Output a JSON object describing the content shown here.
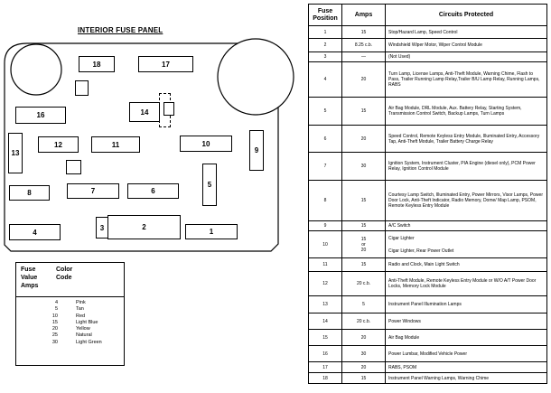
{
  "panel": {
    "title": "INTERIOR FUSE PANEL",
    "fuses": [
      {
        "label": "18"
      },
      {
        "label": "17"
      },
      {
        "label": "16"
      },
      {
        "label": "14"
      },
      {
        "label": "13"
      },
      {
        "label": "12"
      },
      {
        "label": "11"
      },
      {
        "label": "10"
      },
      {
        "label": "9"
      },
      {
        "label": "8"
      },
      {
        "label": "7"
      },
      {
        "label": "6"
      },
      {
        "label": "5"
      },
      {
        "label": "4"
      },
      {
        "label": "3"
      },
      {
        "label": "2"
      },
      {
        "label": "1"
      }
    ]
  },
  "color_code": {
    "header_left": [
      "Fuse",
      "Value",
      "Amps"
    ],
    "header_right": [
      "Color",
      "Code"
    ],
    "rows": [
      {
        "amps": "4",
        "color": "Pink"
      },
      {
        "amps": "5",
        "color": "Tan"
      },
      {
        "amps": "10",
        "color": "Red"
      },
      {
        "amps": "15",
        "color": "Light Blue"
      },
      {
        "amps": "20",
        "color": "Yellow"
      },
      {
        "amps": "25",
        "color": "Natural"
      },
      {
        "amps": "30",
        "color": "Light Green"
      }
    ]
  },
  "circuits": {
    "headers": {
      "position": "Fuse Position",
      "amps": "Amps",
      "circuits": "Circuits Protected"
    },
    "rows": [
      {
        "pos": "1",
        "amps": "15",
        "text": "Stop/Hazard Lamp, Speed Control"
      },
      {
        "pos": "2",
        "amps": "8.25 c.b.",
        "text": "Windshield Wiper Motor, Wiper Control Module"
      },
      {
        "pos": "3",
        "amps": "—",
        "text": "(Not Used)"
      },
      {
        "pos": "4",
        "amps": "20",
        "text": "Turn Lamp, License Lamps, Anti-Theft Module, Warning Chime, Flash to Pass, Trailer Running Lamp Relay,Trailer B/U Lamp Relay, Running Lamps, RABS"
      },
      {
        "pos": "5",
        "amps": "15",
        "text": "Air Bag Module, DRL Module, Aux. Battery Relay, Starting System, Transmission Control Switch, Backup Lamps, Turn Lamps"
      },
      {
        "pos": "6",
        "amps": "20",
        "text": "Speed Control, Remote Keyless Entry Module, Illuminated Entry, Accessory Tap, Anti-Theft Module, Trailer Battery Charge Relay"
      },
      {
        "pos": "7",
        "amps": "30",
        "text": "Ignition System, Instrument Cluster, PIA Engine (diesel only), PCM Power Relay, Ignition Control Module"
      },
      {
        "pos": "8",
        "amps": "15",
        "text": "Courtesy Lamp Switch, Illuminated Entry, Power Mirrors, Visor Lamps, Power Door Lock, Anti-Theft Indicator, Radio Memory, Dome/ Map Lamp, PSOM, Remote Keyless Entry Module"
      },
      {
        "pos": "9",
        "amps": "15",
        "text": "A/C Switch"
      },
      {
        "pos": "10",
        "amps": "15",
        "amps_or": "or",
        "amps2": "20",
        "text": "Cigar Lighter",
        "text2": "Cigar Lighter, Rear Power Outlet"
      },
      {
        "pos": "11",
        "amps": "15",
        "text": "Radio and Clock, Main Light Switch"
      },
      {
        "pos": "12",
        "amps": "20 c.b.",
        "text": "Anti-Theft Module, Remote Keyless Entry Module or W/O A/T Power Door Locks, Memory Lock Module"
      },
      {
        "pos": "13",
        "amps": "5",
        "text": "Instrument Panel Illumination Lamps"
      },
      {
        "pos": "14",
        "amps": "20 c.b.",
        "text": "Power Windows"
      },
      {
        "pos": "15",
        "amps": "20",
        "text": "Air Bag Module"
      },
      {
        "pos": "16",
        "amps": "30",
        "text": "Power Lumbar, Modified Vehicle Power"
      },
      {
        "pos": "17",
        "amps": "20",
        "text": "RABS, PSOM"
      },
      {
        "pos": "18",
        "amps": "15",
        "text": "Instrument Panel Warning Lamps, Warning Chime"
      }
    ]
  }
}
